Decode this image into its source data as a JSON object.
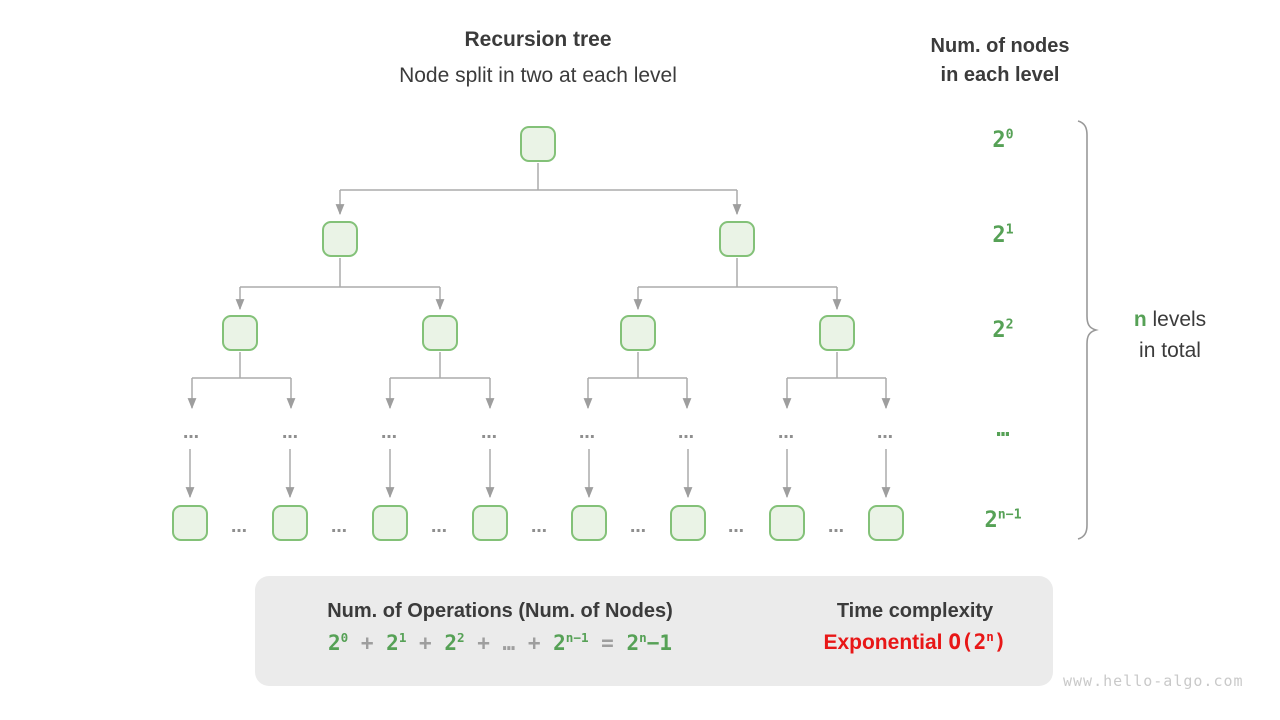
{
  "header": {
    "title": "Recursion tree",
    "subtitle": "Node split in two at each level",
    "right_title_line1": "Num. of nodes",
    "right_title_line2": "in each level"
  },
  "glyphs": {
    "ellipsis": "…"
  },
  "level_labels": [
    {
      "label": [
        {
          "t": "2",
          "sup": "0"
        }
      ]
    },
    {
      "label": [
        {
          "t": "2",
          "sup": "1"
        }
      ]
    },
    {
      "label": [
        {
          "t": "2",
          "sup": "2"
        }
      ]
    },
    {
      "label": [
        {
          "t": "…"
        }
      ]
    },
    {
      "label": [
        {
          "t": "2",
          "sup": "n−1"
        }
      ]
    }
  ],
  "brace_note": {
    "line1": [
      {
        "t": "n",
        "cls": "g"
      },
      {
        "t": "  levels"
      }
    ],
    "line2": "in total"
  },
  "summary_box": {
    "operations_title": "Num. of Operations (Num. of Nodes)",
    "formula": [
      {
        "t": "2",
        "sup": "0",
        "cls": "g"
      },
      {
        "t": " + ",
        "cls": "op"
      },
      {
        "t": "2",
        "sup": "1",
        "cls": "g"
      },
      {
        "t": " + ",
        "cls": "op"
      },
      {
        "t": "2",
        "sup": "2",
        "cls": "g"
      },
      {
        "t": " + ",
        "cls": "op"
      },
      {
        "t": "…",
        "cls": "op"
      },
      {
        "t": " + ",
        "cls": "op"
      },
      {
        "t": "2",
        "sup": "n−1",
        "cls": "g"
      },
      {
        "t": " = ",
        "cls": "op"
      },
      {
        "t": "2",
        "sup": "n",
        "cls": "g"
      },
      {
        "t": "−1",
        "cls": "g"
      }
    ],
    "time_title": "Time complexity",
    "complexity": [
      {
        "t": "Exponential",
        "cls": "red"
      },
      {
        "t": "  ",
        "cls": "red"
      },
      {
        "t": "O(2",
        "sup": "n",
        "cls": "red mono"
      },
      {
        "t": ")",
        "cls": "red mono"
      }
    ]
  },
  "watermark": "www.hello-algo.com",
  "colors": {
    "accent_green": "#56a156",
    "node_fill": "#eaf3e6",
    "node_border": "#83c178",
    "connector_gray": "#ababab",
    "arrowhead_gray": "#9e9e9e",
    "dots_gray": "#8f8f8f",
    "text_dark": "#3b3b3b",
    "box_background": "#ebebeb",
    "complexity_red": "#e81717",
    "block_arrow_gray": "#bdbdbd",
    "watermark_gray": "#c9c9c9"
  }
}
